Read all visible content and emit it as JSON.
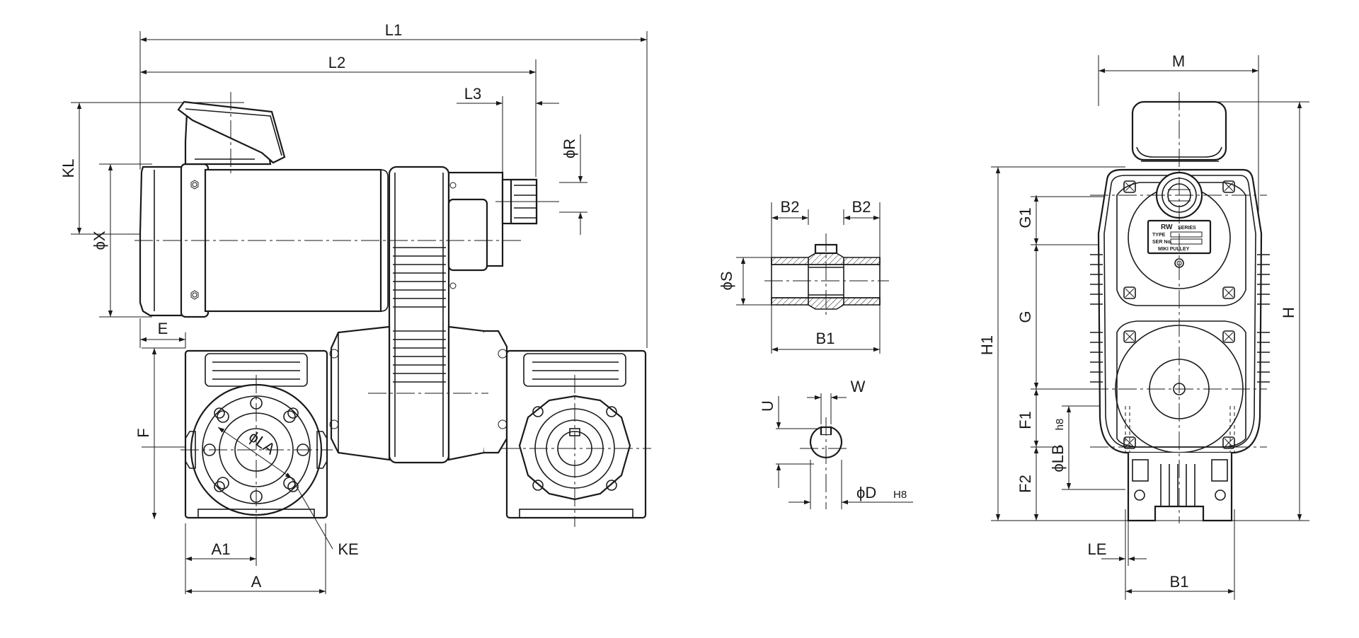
{
  "drawing": {
    "side_view": {
      "L1": "L1",
      "L2": "L2",
      "L3": "L3",
      "R": "ϕR",
      "KL": "KL",
      "X": "ϕX",
      "E": "E",
      "F": "F",
      "LA": "ϕLA",
      "KE": "KE",
      "A1": "A1",
      "A": "A"
    },
    "shaft_section": {
      "B2_left": "B2",
      "B2_right": "B2",
      "S": "ϕS",
      "B1": "B1"
    },
    "keyway_detail": {
      "U": "U",
      "W": "W",
      "D": "ϕD",
      "D_tol": "H8"
    },
    "end_view": {
      "M": "M",
      "G1": "G1",
      "G": "G",
      "H1": "H1",
      "H": "H",
      "F1": "F1",
      "LB": "ϕLB",
      "LB_tol": "h8",
      "F2": "F2",
      "LE": "LE",
      "B1": "B1"
    },
    "nameplate": {
      "series_code": "RW",
      "series_word": "SERIES",
      "type_label": "TYPE",
      "serial_label": "SER No.",
      "maker": "MIKI PULLEY"
    }
  }
}
